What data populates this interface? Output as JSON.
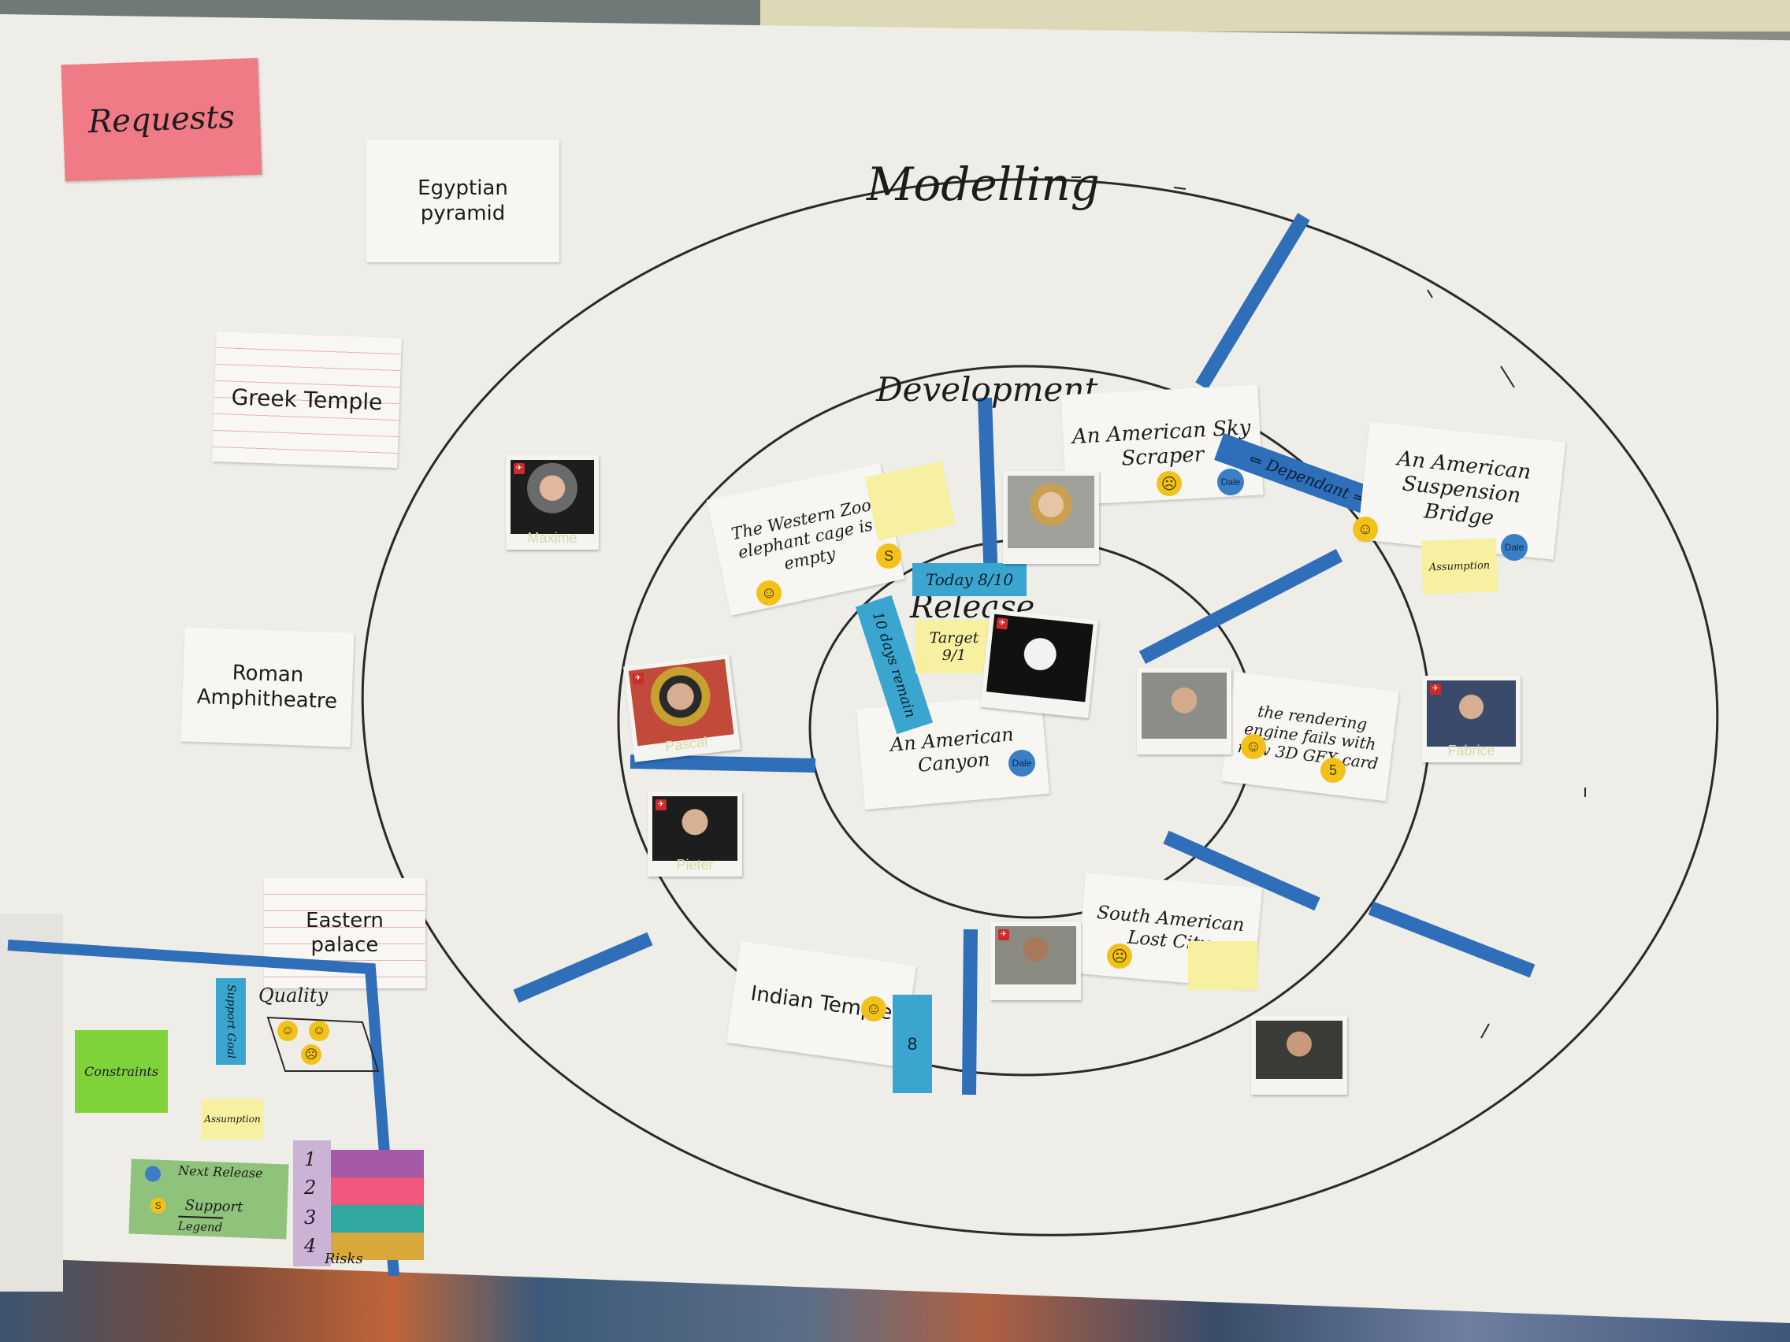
{
  "rings": {
    "outer_label": "Modelling",
    "middle_label": "Development",
    "inner_label": "Release"
  },
  "requests": {
    "title": "Requests",
    "cards": [
      "Egyptian pyramid",
      "Greek Temple",
      "Roman Amphitheatre",
      "Eastern palace"
    ]
  },
  "stories": {
    "elephant": "The Western Zoo elephant cage is empty",
    "skyscraper": "An American Sky Scraper",
    "bridge": "An American Suspension Bridge",
    "canyon": "An American Canyon",
    "rendering": "the rendering engine fails with new 3D GFX card",
    "lost_city": "South American Lost City",
    "indian_temple": "Indian Temple"
  },
  "markers": {
    "today": "Today 8/10",
    "target": "Target 9/1",
    "remain": "10 days remain",
    "dependant": "⇐ Dependant ⇒",
    "assumption": "Assumption",
    "support_s": "S",
    "support_5": "5",
    "count_8": "8",
    "dot_label": "Dale"
  },
  "people": {
    "maxime": "Maxime",
    "pascal": "Pascal",
    "pieter": "Pieter",
    "fabrice": "Fabrice"
  },
  "legend": {
    "quality": "Quality",
    "constraints": "Constraints",
    "support_goal": "Support Goal",
    "assumption": "Assumption",
    "next_release": "Next Release",
    "support": "Support",
    "legend_word": "Legend",
    "risk_numbers": [
      "1",
      "2",
      "3",
      "4"
    ],
    "risks": "Risks"
  },
  "colors": {
    "tape": "#2f6eb8",
    "sticky_yellow": "#f6f0a0",
    "requests_pink": "#f07a86",
    "constraints_green": "#7fd23a"
  }
}
